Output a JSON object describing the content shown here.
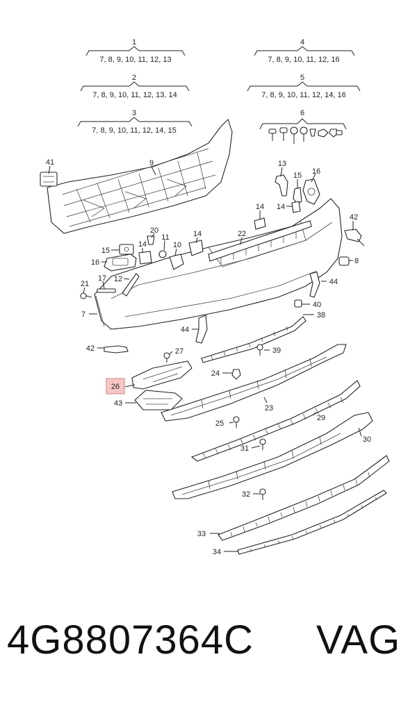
{
  "groups": [
    {
      "id": "1",
      "items": "7, 8, 9, 10, 11, 12, 13"
    },
    {
      "id": "2",
      "items": "7, 8, 9, 10, 11, 12, 13, 14"
    },
    {
      "id": "3",
      "items": "7, 8, 9, 10, 11, 12, 14, 15"
    },
    {
      "id": "4",
      "items": "7, 8, 9, 10, 11, 12, 16"
    },
    {
      "id": "5",
      "items": "7, 8, 9, 10, 11, 12, 14, 16"
    },
    {
      "id": "6",
      "items": ""
    }
  ],
  "callouts": {
    "c41": "41",
    "c9": "9",
    "c13": "13",
    "c15a": "15",
    "c16a": "16",
    "c14a": "14",
    "c14b": "14",
    "c42a": "42",
    "c20": "20",
    "c11": "11",
    "c14c": "14",
    "c22": "22",
    "c15b": "15",
    "c14d": "14",
    "c10": "10",
    "c16b": "16",
    "c8": "8",
    "c21": "21",
    "c17": "17",
    "c12": "12",
    "c44a": "44",
    "c40": "40",
    "c7": "7",
    "c38": "38",
    "c44b": "44",
    "c42b": "42",
    "c27": "27",
    "c39": "39",
    "c24": "24",
    "c26": "26",
    "c43": "43",
    "c23": "23",
    "c25": "25",
    "c29": "29",
    "c30": "30",
    "c31": "31",
    "c32": "32",
    "c33": "33",
    "c34": "34"
  },
  "highlight_color": "#f6c6c6",
  "footer": {
    "part_number": "4G8807364C",
    "brand": "VAG"
  }
}
